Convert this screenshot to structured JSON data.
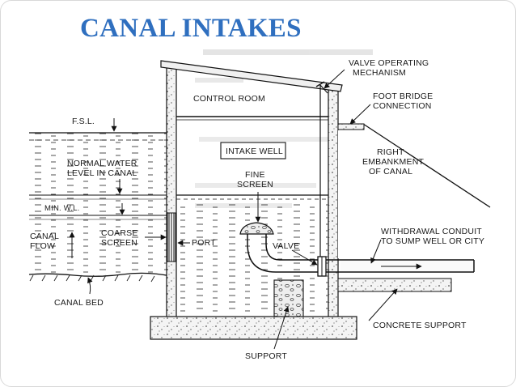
{
  "title": "CANAL INTAKES",
  "labels": {
    "valve_mech_1": "VALVE OPERATING",
    "valve_mech_2": "MECHANISM",
    "control_room": "CONTROL ROOM",
    "foot_bridge_1": "FOOT BRIDGE",
    "foot_bridge_2": "CONNECTION",
    "fsl": "F.S.L.",
    "intake_well": "INTAKE WELL",
    "right_emb_1": "RIGHT",
    "right_emb_2": "EMBANKMENT",
    "right_emb_3": "OF CANAL",
    "normal_1": "NORMAL WATER",
    "normal_2": "LEVEL IN CANAL",
    "fine_1": "FINE",
    "fine_2": "SCREEN",
    "min_wl": "MIN. W.L.",
    "canal_flow_1": "CANAL",
    "canal_flow_2": "FLOW",
    "coarse_1": "COARSE",
    "coarse_2": "SCREEN",
    "port": "PORT",
    "valve": "VALVE",
    "withdrawal_1": "WITHDRAWAL CONDUIT",
    "withdrawal_2": "TO SUMP WELL OR CITY",
    "canal_bed": "CANAL BED",
    "concrete_support": "CONCRETE SUPPORT",
    "support": "SUPPORT"
  }
}
